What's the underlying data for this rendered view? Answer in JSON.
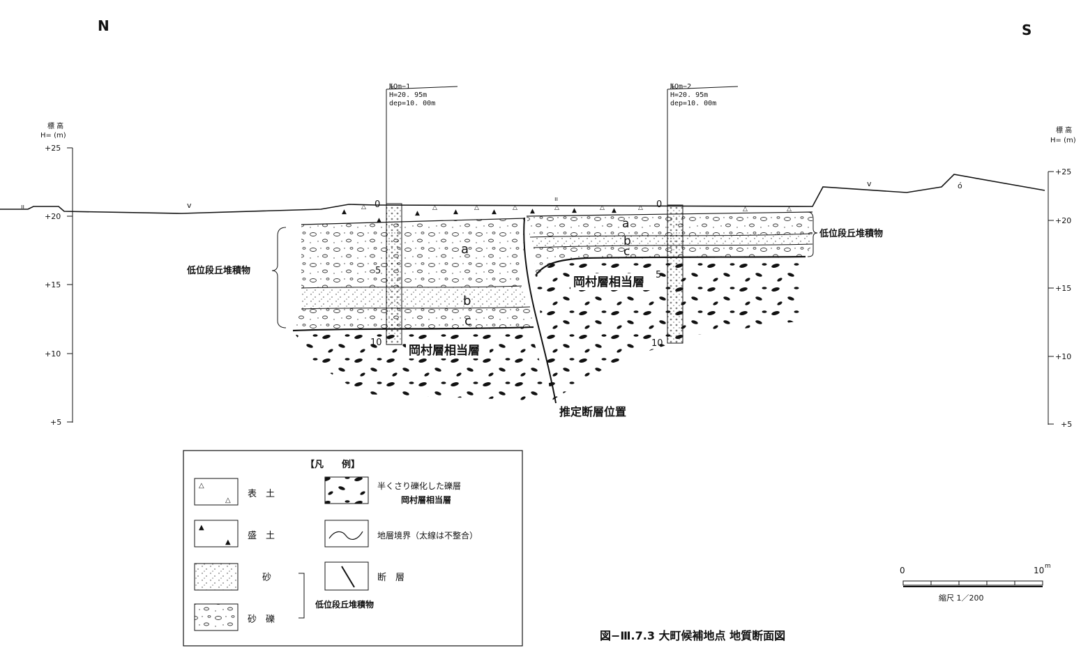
{
  "orientation": {
    "north": "N",
    "south": "S"
  },
  "elevation_axis": {
    "title": "標 高",
    "unit": "H= (m)",
    "ticks": [
      "+25",
      "+20",
      "+15",
      "+10",
      "+5"
    ]
  },
  "boreholes": [
    {
      "id": "№Om−1",
      "height": "H=20. 95m",
      "depth": "dep=10. 00m",
      "top_label": "0",
      "mid_label": "5",
      "bottom_label": "10"
    },
    {
      "id": "№Om−2",
      "height": "H=20. 95m",
      "depth": "dep=10. 00m",
      "top_label": "0",
      "mid_label": "5",
      "bottom_label": "10"
    }
  ],
  "units": {
    "terrace_left": "低位段丘堆積物",
    "terrace_right": "低位段丘堆積物",
    "okamura_left": "岡村層相当層",
    "okamura_right": "岡村層相当層",
    "sublayer_a": "a",
    "sublayer_b": "b",
    "sublayer_c": "c",
    "fault": "推定断層位置"
  },
  "surface_marks": {
    "v1": "v",
    "v2": "v",
    "ii1": "ıı",
    "ii2": "ıı",
    "o": "ό"
  },
  "legend": {
    "title": "【凡　　例】",
    "topsoil": "表　土",
    "fill": "盛　土",
    "sand": "砂",
    "sand_gravel": "砂　礫",
    "group": "低位段丘堆積物",
    "gravel_line1": "半くさり礫化した礫層",
    "gravel_line2": "岡村層相当層",
    "boundary": "地層境界（太線は不整合）",
    "fault": "断　層"
  },
  "scale": {
    "zero": "0",
    "ten": "10",
    "unit": "m",
    "label": "縮尺 1／200"
  },
  "caption": "図−Ⅲ.7.3 大町候補地点 地質断面図"
}
